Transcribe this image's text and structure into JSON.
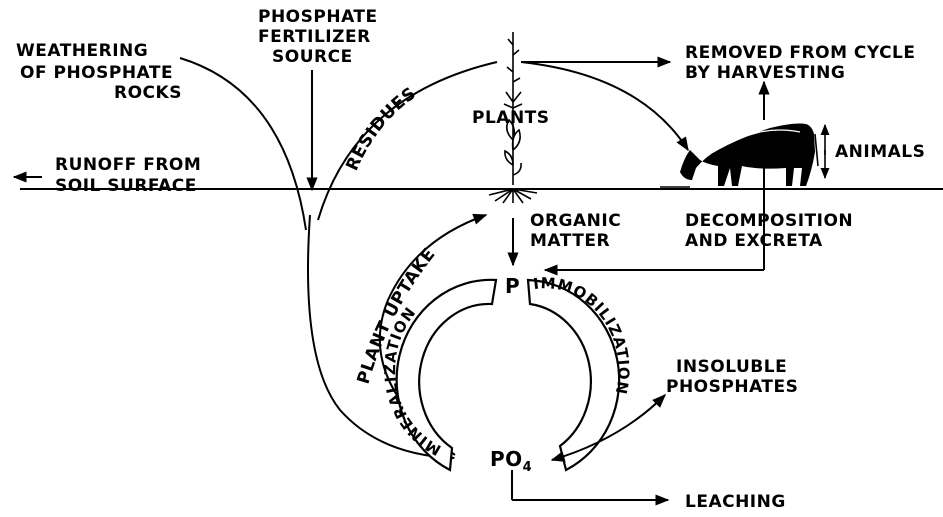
{
  "labels": {
    "weathering_line1": "WEATHERING",
    "weathering_line2": "OF PHOSPHATE",
    "weathering_line3": "ROCKS",
    "fertilizer_line1": "PHOSPHATE",
    "fertilizer_line2": "FERTILIZER",
    "fertilizer_line3": "SOURCE",
    "removed_line1": "REMOVED FROM CYCLE",
    "removed_line2": "BY HARVESTING",
    "residues": "RESIDUES",
    "plants": "PLANTS",
    "animals": "ANIMALS",
    "runoff_line1": "RUNOFF FROM",
    "runoff_line2": "SOIL SURFACE",
    "organic_line1": "ORGANIC",
    "organic_line2": "MATTER",
    "decomposition_line1": "DECOMPOSITION",
    "decomposition_line2": "AND EXCRETA",
    "plant_uptake": "PLANT UPTAKE",
    "p_node": "P",
    "mineralization": "MINERALIZATION",
    "immobilization": "IMMOBILIZATION",
    "po4_node": "PO",
    "po4_subscript": "4",
    "insoluble_line1": "INSOLUBLE",
    "insoluble_line2": "PHOSPHATES",
    "leaching": "LEACHING"
  }
}
